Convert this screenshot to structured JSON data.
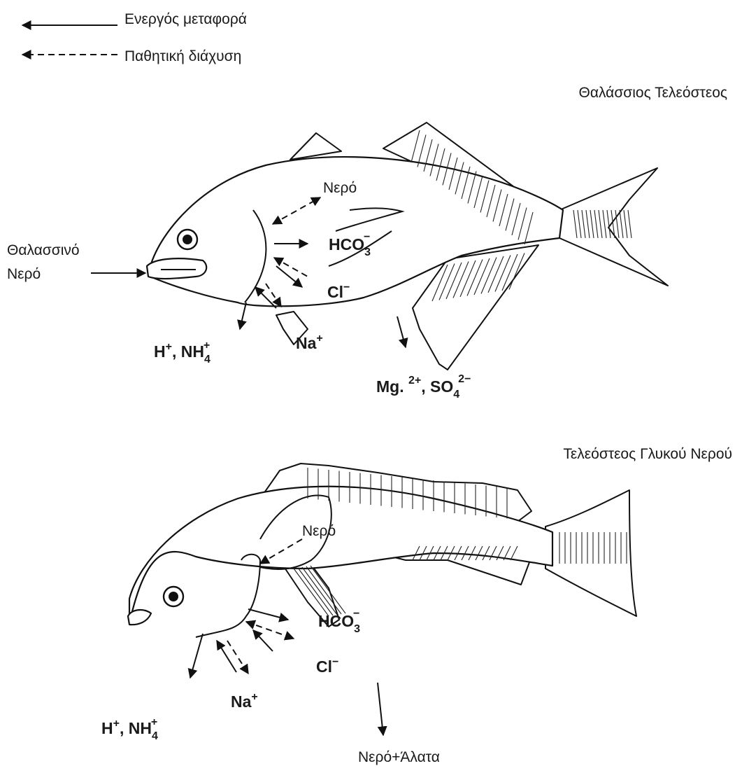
{
  "legend": {
    "active_label": "Ενεργός μεταφορά",
    "passive_label": "Παθητική διάχυση"
  },
  "marine": {
    "title": "Θαλάσσιος Τελεόστεος",
    "seawater_line1": "Θαλασσινό",
    "seawater_line2": "Νερό",
    "water": "Νερό",
    "hco3": "HCO",
    "hco3_sub": "3",
    "hco3_sup": "−",
    "cl": "Cl",
    "cl_sup": "−",
    "hnh4_h": "H",
    "hnh4_plus": "+",
    "hnh4_sep": ", NH",
    "hnh4_sub": "4",
    "hnh4_sup": "+",
    "na": "Na",
    "na_sup": "+",
    "mg": "Mg. ",
    "mg_sup": "2+",
    "so4": ", SO",
    "so4_sub": "4",
    "so4_sup": "2−"
  },
  "freshwater": {
    "title": "Τελεόστεος Γλυκού Νερού",
    "water": "Νερό",
    "hco3": "HCO",
    "hco3_sub": "3",
    "hco3_sup": "−",
    "cl": "Cl",
    "cl_sup": "−",
    "hnh4_h": "H",
    "hnh4_plus": "+",
    "hnh4_sep": ", NH",
    "hnh4_sub": "4",
    "hnh4_sup": "+",
    "na": "Na",
    "na_sup": "+",
    "water_salts": "Νερό+Άλατα"
  }
}
